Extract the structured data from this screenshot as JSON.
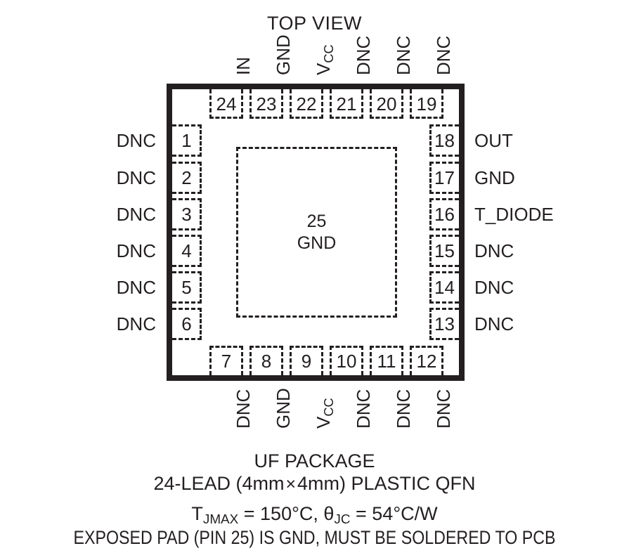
{
  "title": "TOP VIEW",
  "package": {
    "pad_number": "25",
    "pad_label": "GND",
    "total_pins": 24
  },
  "pins": {
    "top": [
      {
        "number": "24",
        "signal": "IN",
        "signal_sub": ""
      },
      {
        "number": "23",
        "signal": "GND",
        "signal_sub": ""
      },
      {
        "number": "22",
        "signal": "V",
        "signal_sub": "CC"
      },
      {
        "number": "21",
        "signal": "DNC",
        "signal_sub": ""
      },
      {
        "number": "20",
        "signal": "DNC",
        "signal_sub": ""
      },
      {
        "number": "19",
        "signal": "DNC",
        "signal_sub": ""
      }
    ],
    "left": [
      {
        "number": "1",
        "signal": "DNC"
      },
      {
        "number": "2",
        "signal": "DNC"
      },
      {
        "number": "3",
        "signal": "DNC"
      },
      {
        "number": "4",
        "signal": "DNC"
      },
      {
        "number": "5",
        "signal": "DNC"
      },
      {
        "number": "6",
        "signal": "DNC"
      }
    ],
    "bottom": [
      {
        "number": "7",
        "signal": "DNC",
        "signal_sub": ""
      },
      {
        "number": "8",
        "signal": "GND",
        "signal_sub": ""
      },
      {
        "number": "9",
        "signal": "V",
        "signal_sub": "CC"
      },
      {
        "number": "10",
        "signal": "DNC",
        "signal_sub": ""
      },
      {
        "number": "11",
        "signal": "DNC",
        "signal_sub": ""
      },
      {
        "number": "12",
        "signal": "DNC",
        "signal_sub": ""
      }
    ],
    "right": [
      {
        "number": "18",
        "signal": "OUT"
      },
      {
        "number": "17",
        "signal": "GND"
      },
      {
        "number": "16",
        "signal": "T_DIODE"
      },
      {
        "number": "15",
        "signal": "DNC"
      },
      {
        "number": "14",
        "signal": "DNC"
      },
      {
        "number": "13",
        "signal": "DNC"
      }
    ]
  },
  "caption": {
    "line1": "UF PACKAGE",
    "line2_pre": "24-LEAD (4mm",
    "line2_times": "×",
    "line2_post": "4mm) PLASTIC QFN",
    "line3_t": "T",
    "line3_t_sub": "JMAX",
    "line3_t_val": " = 150°C, ",
    "line3_theta": "θ",
    "line3_theta_sub": "JC",
    "line3_theta_val": " = 54°C/W",
    "line4": "EXPOSED PAD (PIN 25) IS GND, MUST BE SOLDERED TO PCB"
  },
  "colors": {
    "ink": "#231f20",
    "background": "#ffffff"
  }
}
